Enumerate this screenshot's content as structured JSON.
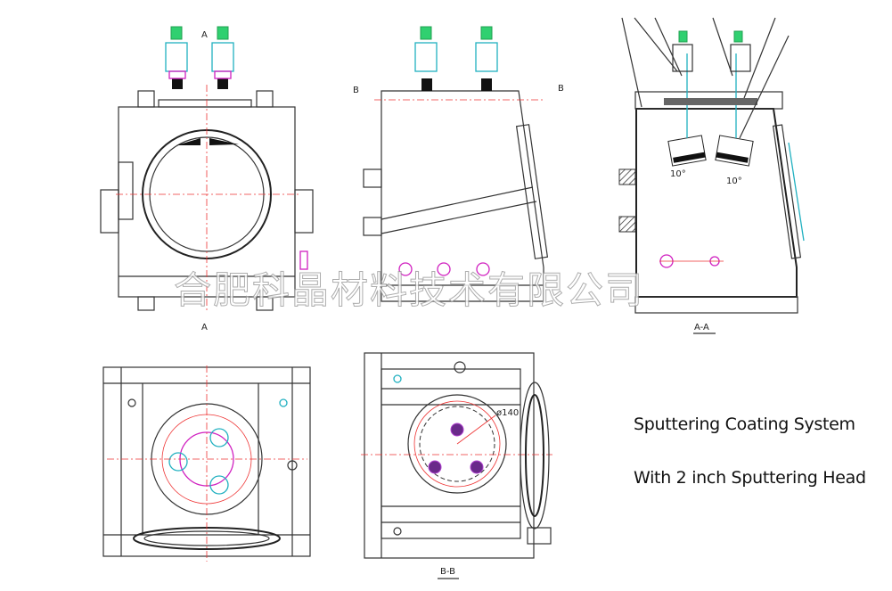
{
  "labels": {
    "section_a_top": "A",
    "section_a_bottom": "A",
    "section_b_left": "B",
    "section_b_right": "B",
    "section_aa": "A-A",
    "section_bb": "B-B",
    "diameter": "ø140",
    "angle_left": "10°",
    "angle_right": "10°"
  },
  "watermark": "合肥科晶材料技术有限公司",
  "caption": {
    "line1": "Sputtering Coating System",
    "line2": "With 2 inch Sputtering Head"
  },
  "colors": {
    "centerline": "#e33333",
    "accent_magenta": "#d020c0",
    "accent_cyan": "#20b0c0",
    "outline": "#333333"
  }
}
